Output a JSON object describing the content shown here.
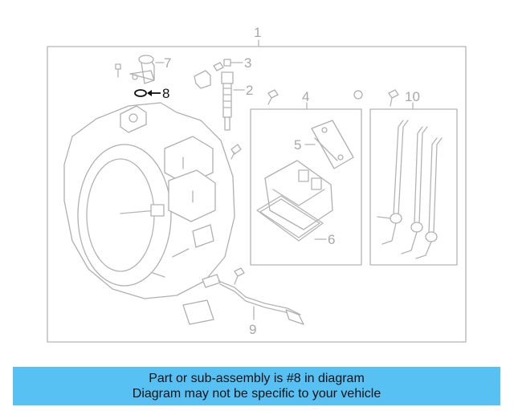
{
  "callouts": {
    "c1": "1",
    "c2": "2",
    "c3": "3",
    "c4": "4",
    "c5": "5",
    "c6": "6",
    "c7": "7",
    "c8": "8",
    "c9": "9",
    "c10": "10"
  },
  "highlighted_part": "8",
  "banner": {
    "line1": "Part or sub-assembly is #8 in diagram",
    "line2": "Diagram may not be specific to your vehicle"
  },
  "colors": {
    "banner_bg": "#57c1f4",
    "line_art": "#b4b4b4",
    "highlight": "#111111"
  }
}
